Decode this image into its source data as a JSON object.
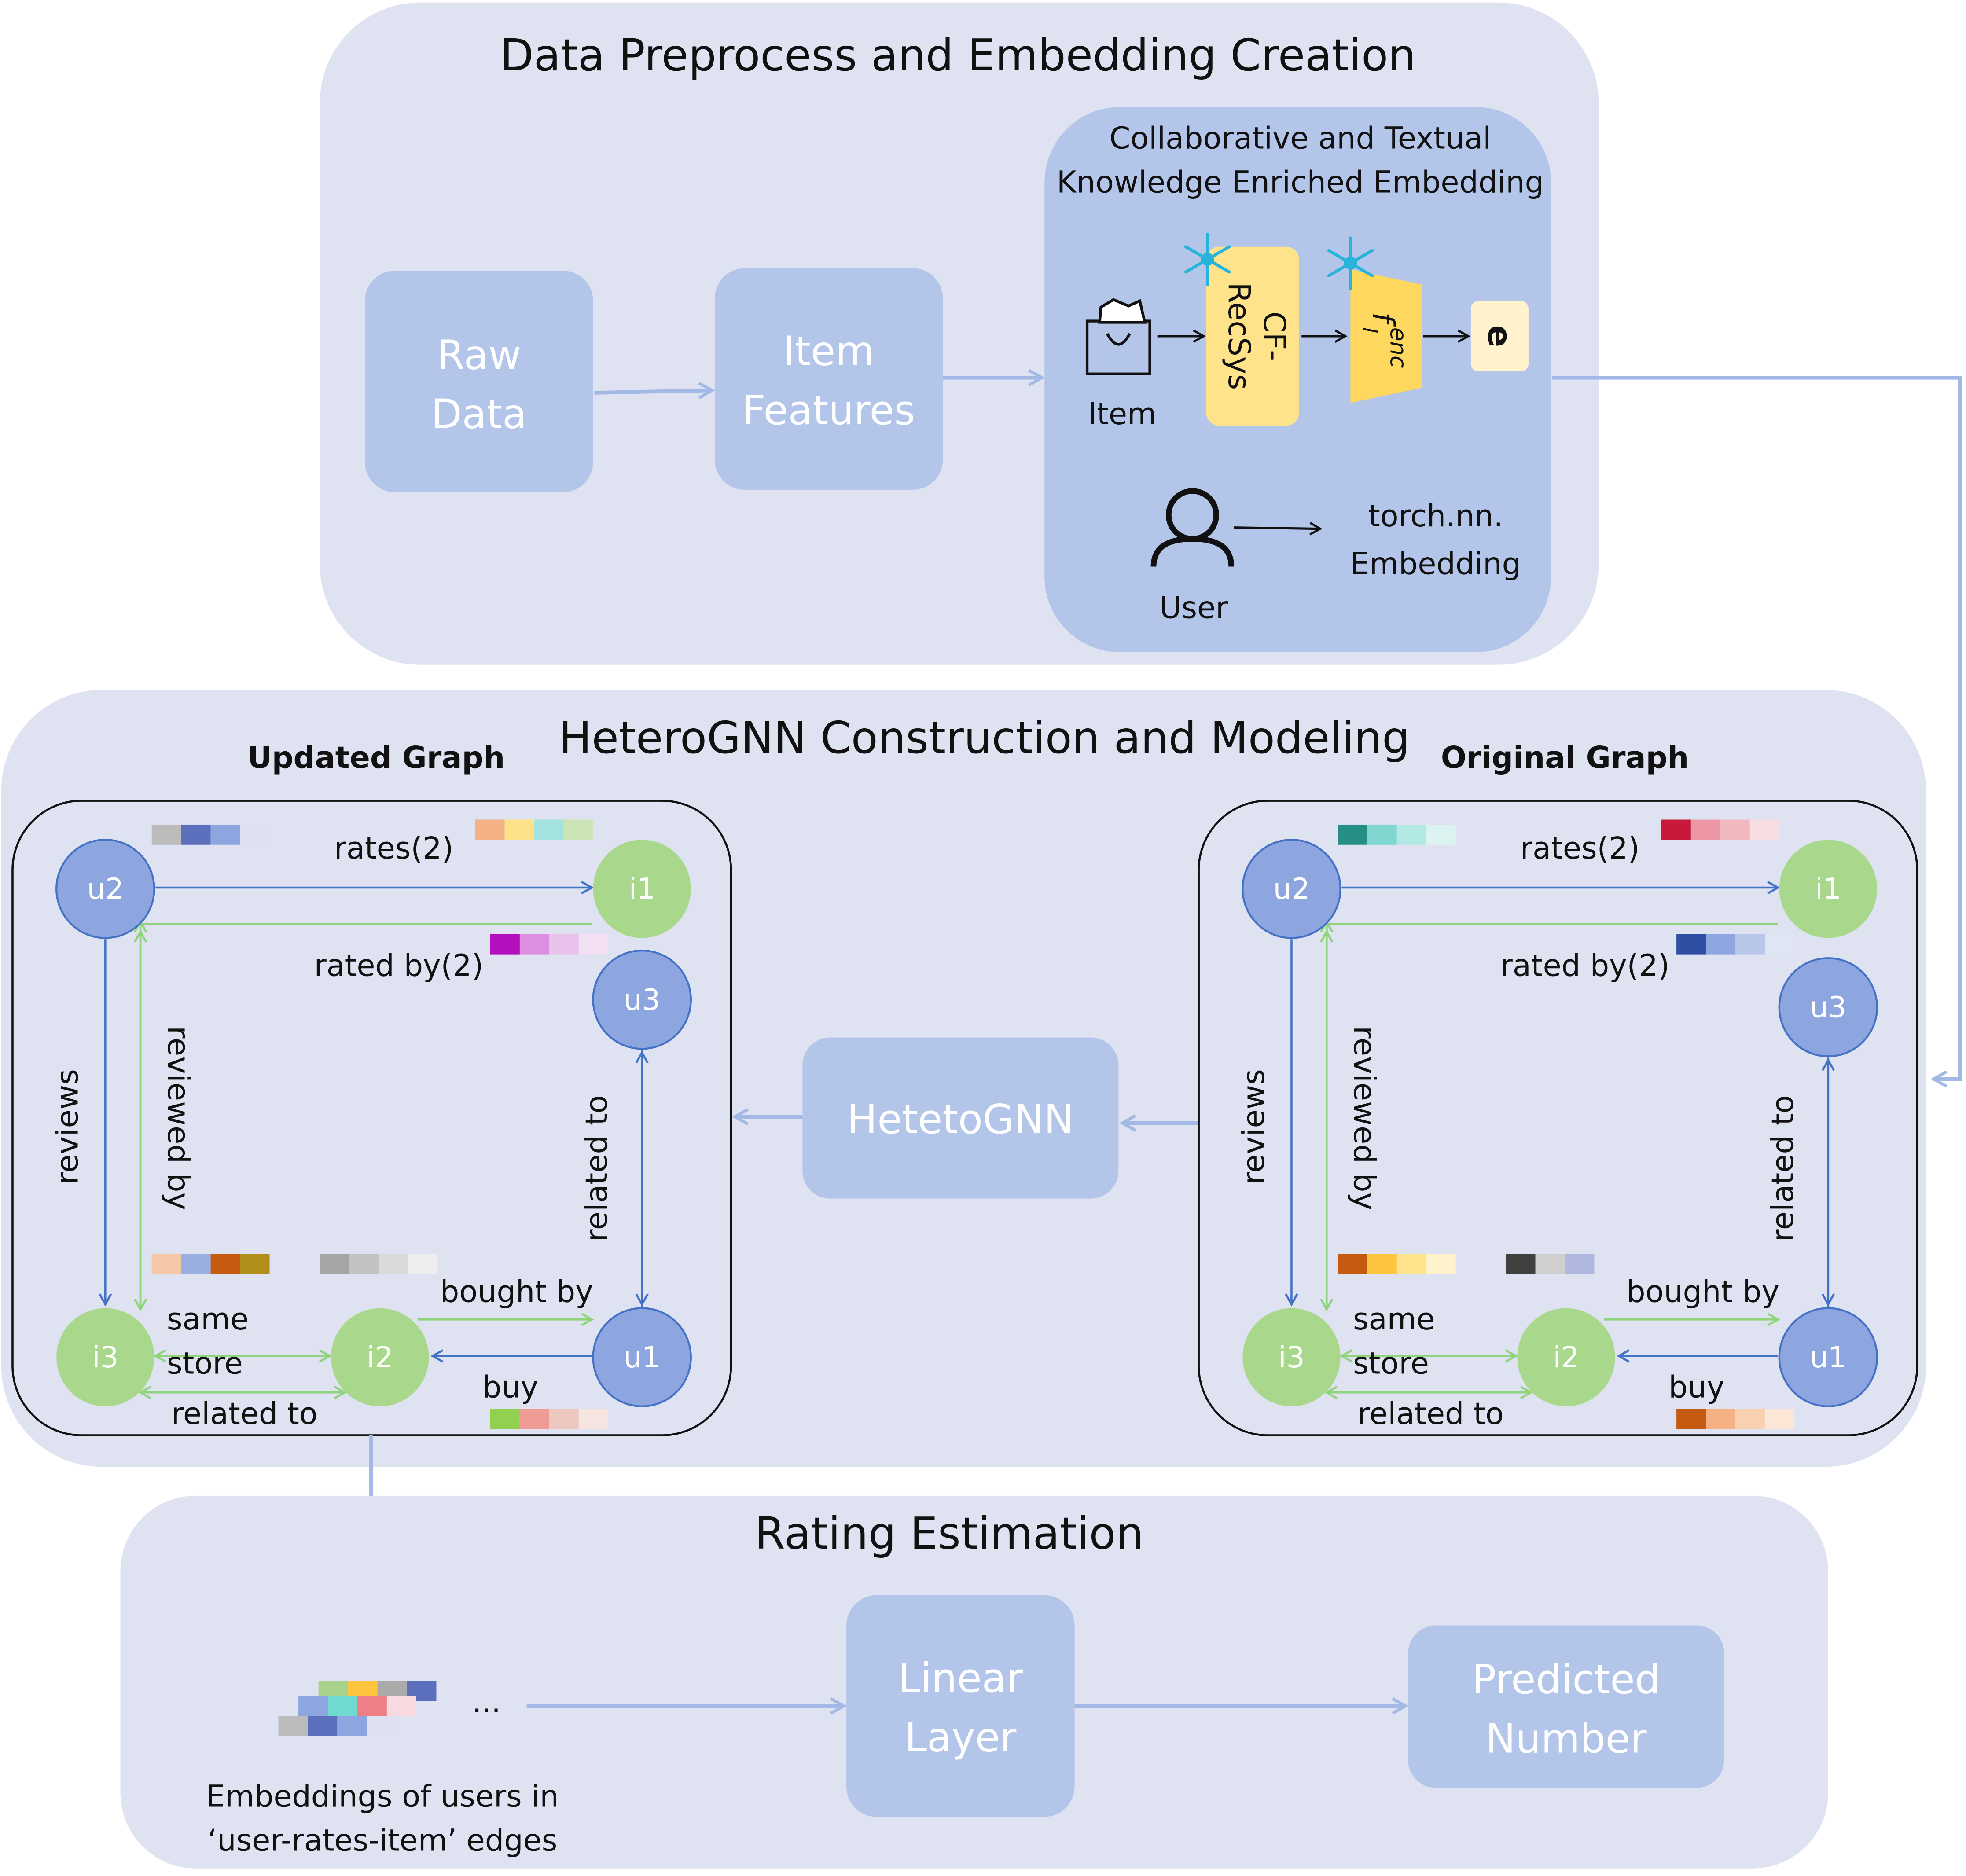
{
  "diagram": {
    "top": {
      "title": "Data Preprocess and Embedding Creation",
      "raw_data": [
        "Raw",
        "Data"
      ],
      "item_features": [
        "Item",
        "Features"
      ],
      "embed_box_title": [
        "Collaborative and Textual",
        "Knowledge Enriched Embedding"
      ],
      "item_label": "Item",
      "cf_recsys": [
        "CF-",
        "RecSys"
      ],
      "fenc_label": "f",
      "fenc_sup": "enc",
      "fenc_sub": "I",
      "e_label": "e",
      "user_label": "User",
      "torch_label": [
        "torch.nn.",
        "Embedding"
      ]
    },
    "middle": {
      "title": "HeteroGNN Construction and Modeling",
      "updated_graph_title": "Updated Graph",
      "original_graph_title": "Original Graph",
      "gnn_box": "HetetoGNN",
      "nodes": [
        "u2",
        "i1",
        "u3",
        "i3",
        "i2",
        "u1"
      ],
      "edge_labels": {
        "rates": "rates(2)",
        "rated_by": "rated by(2)",
        "reviews": "reviews",
        "reviewed_by": "reviewed by",
        "related_to_v": "related to",
        "same_store": [
          "same",
          "store"
        ],
        "bought_by": "bought by",
        "buy": "buy",
        "related_to_h": "related to"
      },
      "updated_embeddings": {
        "rates_left": [
          "#bbbbbb",
          "#5c6fbd",
          "#8ea6e0",
          "#dfe0f0"
        ],
        "rates_right": [
          "#f5b183",
          "#fde28a",
          "#a4e3df",
          "#cbe5b7"
        ],
        "rated_by": [
          "#b30fbd",
          "#dc8ee0",
          "#e8c2ea",
          "#f3e1f3"
        ],
        "same_store": [
          "#f6c7a6",
          "#9aaee0",
          "#c55a11",
          "#b08f1a"
        ],
        "bought_by": [
          "#a6a6a6",
          "#c2c2c2",
          "#dadada",
          "#eeeeee"
        ],
        "buy": [
          "#92d050",
          "#ee9b94",
          "#ecc8c0",
          "#f6e4e0"
        ]
      },
      "original_embeddings": {
        "rates_left": [
          "#258f85",
          "#7fd7cf",
          "#b3e9e4",
          "#dcf3f1"
        ],
        "rates_right": [
          "#c7193c",
          "#ee97a4",
          "#f2b8c0",
          "#f7dde2"
        ],
        "rated_by": [
          "#2f4fa3",
          "#8ea6e0",
          "#b8c6ea",
          "#dfe5f3"
        ],
        "same_store": [
          "#c55a11",
          "#fec43d",
          "#fee38a",
          "#fff2cc"
        ],
        "bought_by": [
          "#404040",
          "#cfcfcf",
          "#b0b8e0"
        ],
        "buy": [
          "#c55a11",
          "#f5b183",
          "#f9d0b0",
          "#fce6d6"
        ]
      }
    },
    "bottom": {
      "title": "Rating Estimation",
      "ellipsis": "...",
      "embeddings_caption": [
        "Embeddings of users in",
        "‘user-rates-item’ edges"
      ],
      "linear_layer": [
        "Linear",
        "Layer"
      ],
      "predicted_number": [
        "Predicted",
        "Number"
      ],
      "embedding_stack": [
        [
          "#a9d18e",
          "#fec43d",
          "#aaaaaa",
          "#5c6fbd"
        ],
        [
          "#8ea6e0",
          "#6fdad0",
          "#ee7f87",
          "#f7d9df"
        ],
        [
          "#bbbbbb",
          "#5c6fbd",
          "#8ea6e0",
          "#dfe0f0"
        ]
      ]
    },
    "colors": {
      "panel": "#dfe2f1",
      "box": "#b4c5ea",
      "user_node": "#8ea6e0",
      "item_node": "#a9d88c",
      "user_edge": "#4472c4",
      "item_edge": "#8fd47a",
      "flow_arrow": "#a4b8e6",
      "cf_box": "#fee38a",
      "fenc": "#fdd75e",
      "e_box": "#fff2cc"
    }
  }
}
